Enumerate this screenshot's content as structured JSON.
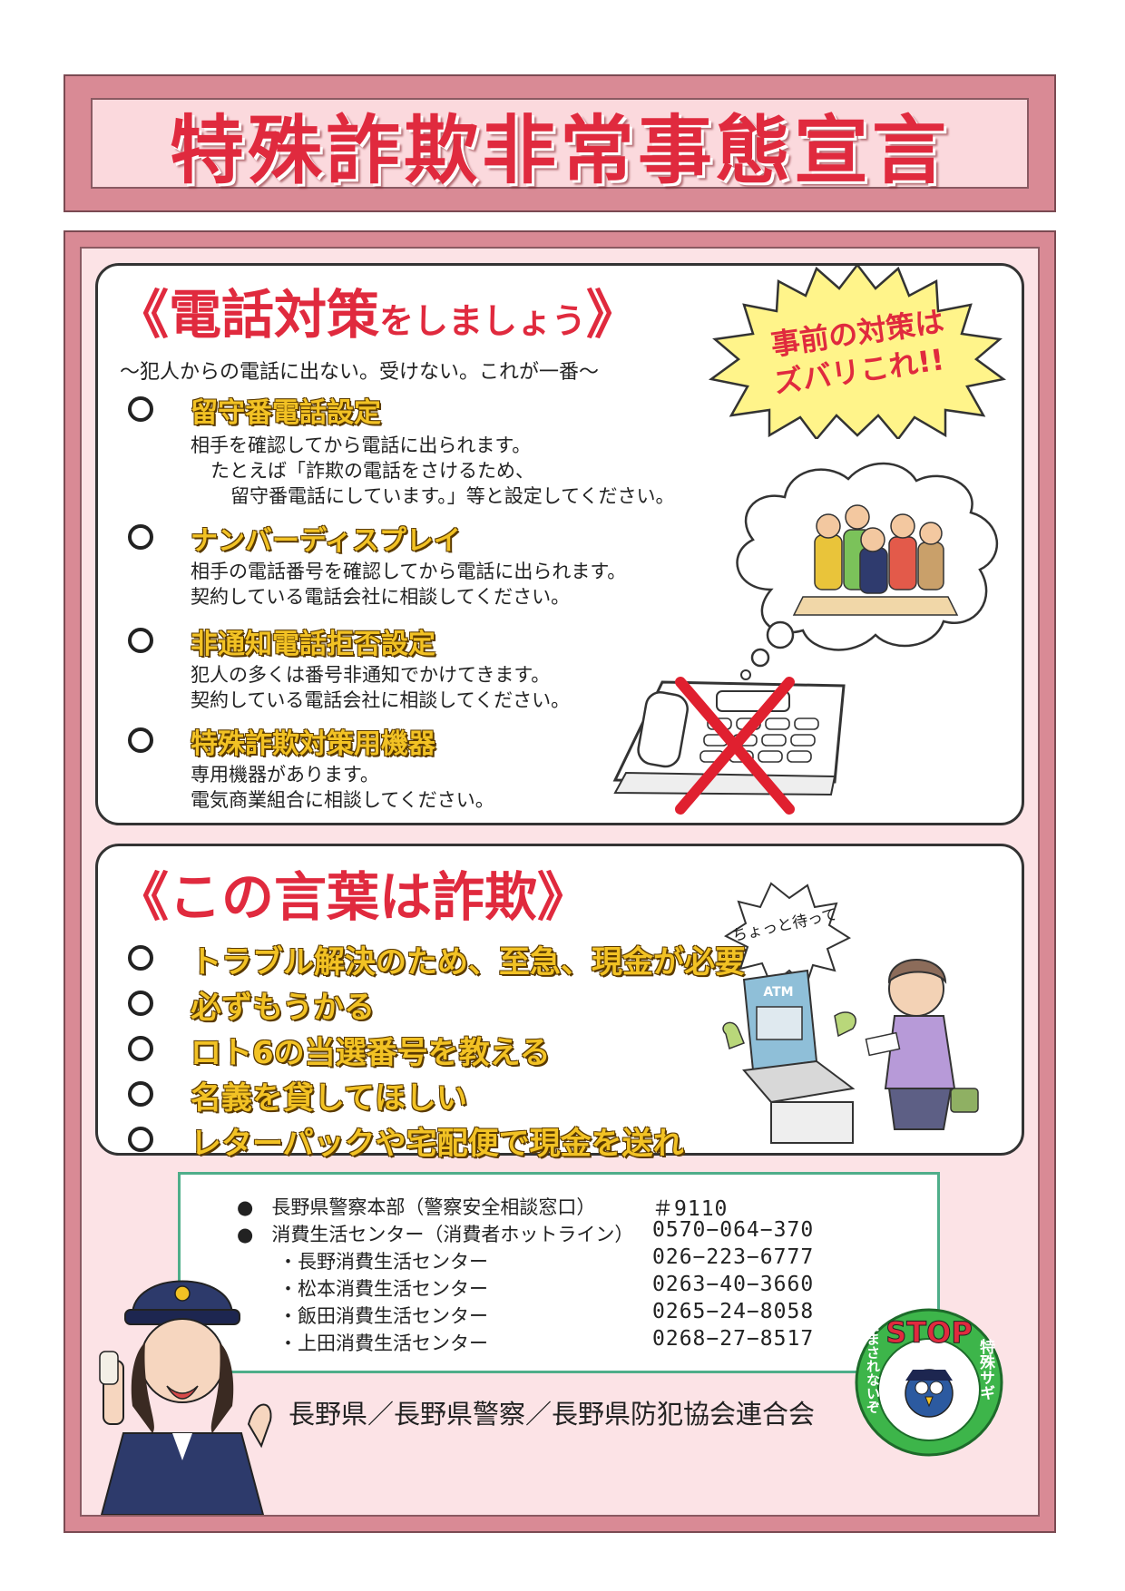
{
  "title": "特殊詐欺非常事態宣言",
  "section1": {
    "heading_main": "《電話対策",
    "heading_small": "をしましょう",
    "heading_close": "》",
    "subtitle": "〜犯人からの電話に出ない。受けない。これが一番〜",
    "callout_line1": "事前の対策は",
    "callout_line2": "ズバリこれ!!",
    "items": [
      {
        "title": "留守番電話設定",
        "lines": [
          "相手を確認してから電話に出られます。",
          "たとえば「詐欺の電話をさけるため、",
          "留守番電話にしています。」等と設定してください。"
        ]
      },
      {
        "title": "ナンバーディスプレイ",
        "lines": [
          "相手の電話番号を確認してから電話に出られます。",
          "契約している電話会社に相談してください。"
        ]
      },
      {
        "title": "非通知電話拒否設定",
        "lines": [
          "犯人の多くは番号非通知でかけてきます。",
          "契約している電話会社に相談してください。"
        ]
      },
      {
        "title": "特殊詐欺対策用機器",
        "lines": [
          "専用機器があります。",
          "電気商業組合に相談してください。"
        ]
      }
    ]
  },
  "section2": {
    "heading": "《この言葉は詐欺》",
    "phrases": [
      "トラブル解決のため、至急、現金が必要",
      "必ずもうかる",
      "ロト6の当選番号を教える",
      "名義を貸してほしい",
      "レターパックや宅配便で現金を送れ"
    ],
    "speech": "ちょっと待って",
    "atm_label": "ATM"
  },
  "contacts": [
    {
      "bullet": "●",
      "name": "長野県警察本部（警察安全相談窓口）",
      "number": "＃9110"
    },
    {
      "bullet": "●",
      "name": "消費生活センター（消費者ホットライン）",
      "number": "0570−064−370"
    },
    {
      "bullet": "・",
      "name": "長野消費生活センター",
      "number": "026−223−6777"
    },
    {
      "bullet": "・",
      "name": "松本消費生活センター",
      "number": "0263−40−3660"
    },
    {
      "bullet": "・",
      "name": "飯田消費生活センター",
      "number": "0265−24−8058"
    },
    {
      "bullet": "・",
      "name": "上田消費生活センター",
      "number": "0268−27−8517"
    }
  ],
  "footer": "長野県／長野県警察／長野県防犯協会連合会",
  "badge": {
    "stop": "STOP",
    "side_right": "特殊サギ",
    "side_left": "だまされないぞ"
  },
  "colors": {
    "title_red": "#e02a3e",
    "frame_pink": "#fce3e6",
    "frame_border": "#d98a95",
    "item_yellow": "#f2c224",
    "contact_border": "#4fae8a",
    "badge_green": "#3db54a"
  }
}
